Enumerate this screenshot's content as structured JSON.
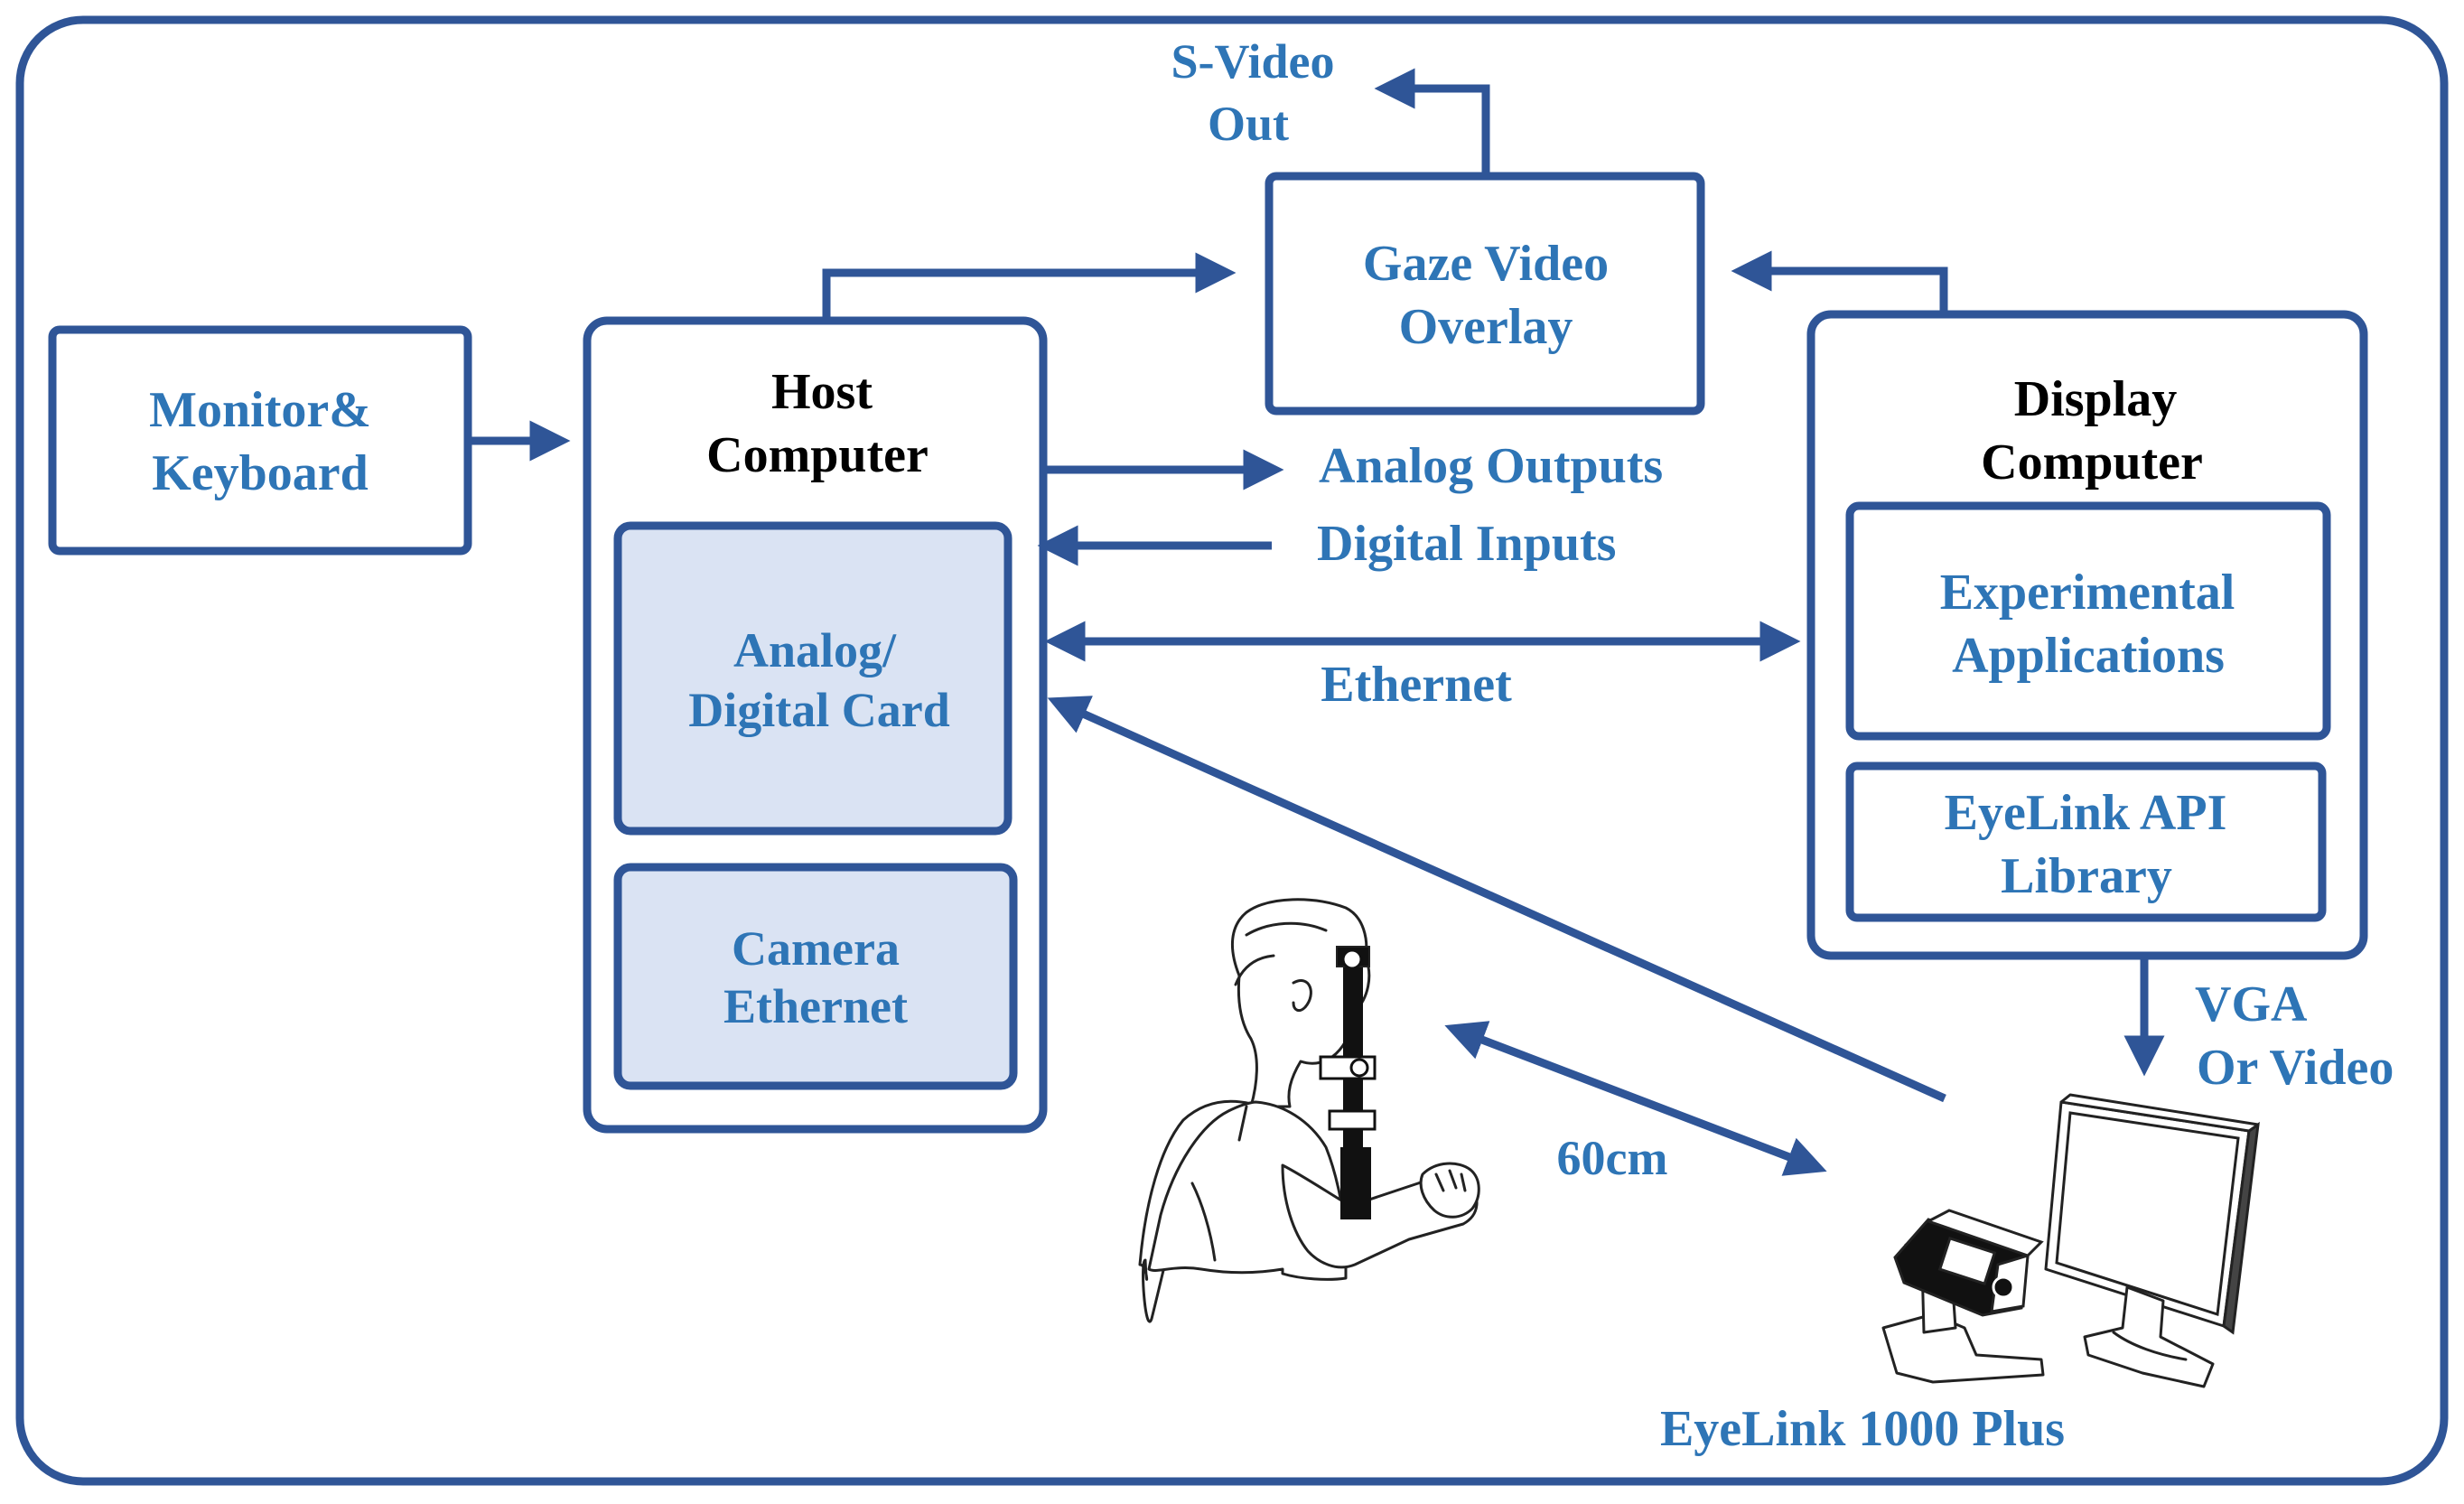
{
  "colors": {
    "accent": "#2f5597",
    "label_blue": "#2e75b6",
    "card_fill": "#dae3f3",
    "title_black": "#000000"
  },
  "monitor_keyboard": {
    "line1": "Monitor&",
    "line2": "Keyboard"
  },
  "host_computer": {
    "title_line1": "Host",
    "title_line2": "Computer",
    "analog_card": {
      "line1": "Analog/",
      "line2": "Digital Card"
    },
    "camera_card": {
      "line1": "Camera",
      "line2": "Ethernet"
    }
  },
  "gaze_overlay": {
    "line1": "Gaze Video",
    "line2": "Overlay"
  },
  "svideo": {
    "line1": "S-Video",
    "line2": "Out"
  },
  "display_computer": {
    "title_line1": "Display",
    "title_line2": "Computer",
    "experimental": {
      "line1": "Experimental",
      "line2": "Applications"
    },
    "api": {
      "line1": "EyeLink API",
      "line2": "Library"
    }
  },
  "links": {
    "analog_outputs": "Analog Outputs",
    "digital_inputs": "Digital Inputs",
    "ethernet": "Ethernet",
    "distance": "60cm"
  },
  "vga": {
    "line1": "VGA",
    "line2": "Or Video"
  },
  "tracker": {
    "label": "EyeLink 1000 Plus"
  },
  "icons": [
    "participant-illustration",
    "eyelink-camera-illustration",
    "display-monitor-illustration"
  ]
}
